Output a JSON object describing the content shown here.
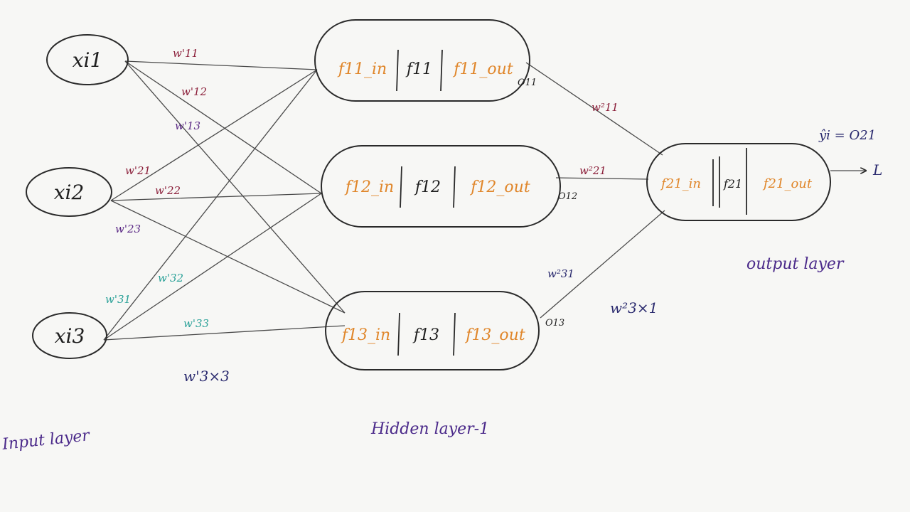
{
  "colors": {
    "ink": "#1f1f1f",
    "orange": "#e0862a",
    "maroon": "#8b1f3a",
    "purple": "#5b2a86",
    "teal": "#2aa198",
    "darkblue": "#2a2a6e"
  },
  "inputs": [
    "xi1",
    "xi2",
    "xi3"
  ],
  "hidden": [
    {
      "in": "f11_in",
      "mid": "f11",
      "out": "f11_out",
      "o": "O11"
    },
    {
      "in": "f12_in",
      "mid": "f12",
      "out": "f12_out",
      "o": "O12"
    },
    {
      "in": "f13_in",
      "mid": "f13",
      "out": "f13_out",
      "o": "O13"
    }
  ],
  "output_node": {
    "in": "f21_in",
    "mid": "f21",
    "out": "f21_out"
  },
  "weights1": {
    "w11": "w'11",
    "w12": "w'12",
    "w13": "w'13",
    "w21": "w'21",
    "w22": "w'22",
    "w23": "w'23",
    "w31": "w'31",
    "w32": "w'32",
    "w33": "w'33",
    "matrix": "w'3×3"
  },
  "weights2": {
    "w11": "w²11",
    "w21": "w²21",
    "w31": "w²31",
    "matrix": "w²3×1"
  },
  "prediction": "ŷi = O21",
  "loss": "L",
  "layers": {
    "input": "Input layer",
    "hidden": "Hidden layer-1",
    "output": "output layer"
  }
}
